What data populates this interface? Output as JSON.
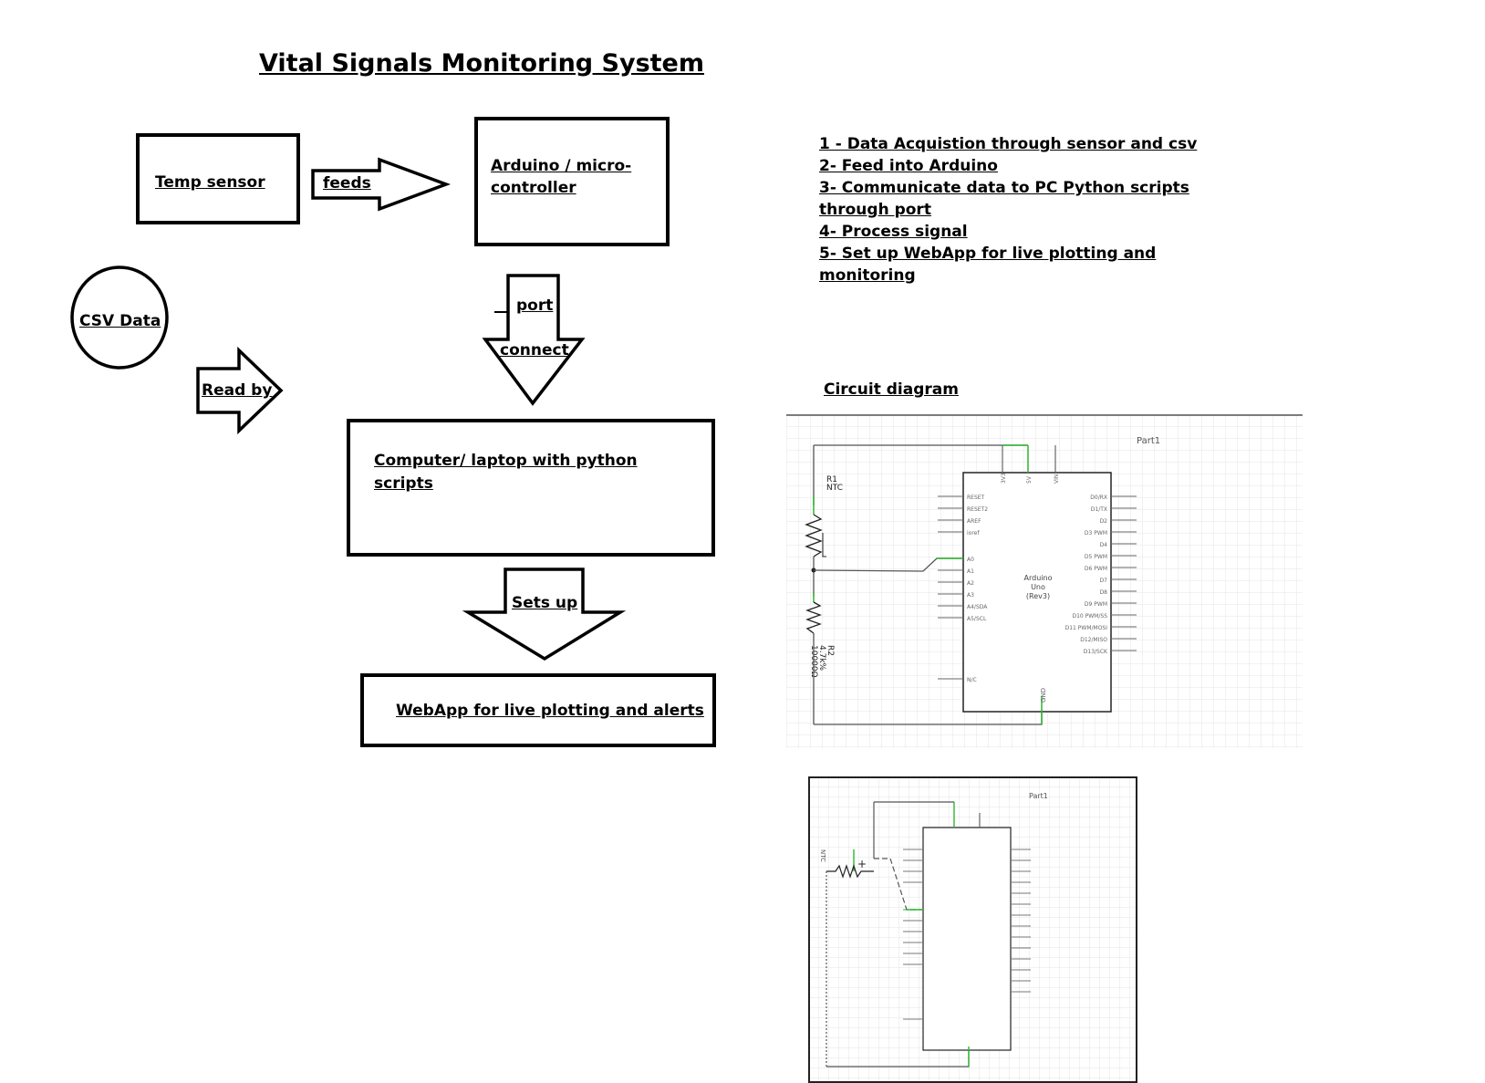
{
  "title": "Vital Signals Monitoring System",
  "flow": {
    "temp_sensor": "Temp sensor",
    "feeds": "feeds",
    "arduino": [
      "Arduino / micro-",
      "controller"
    ],
    "csv_data": "CSV Data",
    "read_by": "Read by",
    "port": "port",
    "connect": "connect",
    "computer": [
      "Computer/ laptop with python",
      "scripts"
    ],
    "sets_up": "Sets up",
    "webapp": "WebApp for live plotting and alerts"
  },
  "steps": [
    "1 - Data Acquistion through sensor and csv",
    "2- Feed into Arduino",
    "3- Communicate data to PC Python scripts",
    "through port",
    "4- Process signal",
    "5- Set up WebApp for live plotting and",
    "monitoring"
  ],
  "circuit": {
    "heading": "Circuit diagram",
    "part_label": "Part1",
    "r1": [
      "R1",
      "NTC"
    ],
    "r2": [
      "R2",
      "4.7k%",
      "10000Ω"
    ],
    "board": [
      "Arduino",
      "Uno",
      "(Rev3)"
    ],
    "left_pins": [
      "RESET",
      "RESET2",
      "AREF",
      "ioref",
      "A0",
      "A1",
      "A2",
      "A3",
      "A4/SDA",
      "A5/SCL",
      "N/C"
    ],
    "right_pins": [
      "D0/RX",
      "D1/TX",
      "D2",
      "D3 PWM",
      "D4",
      "D5 PWM",
      "D6 PWM",
      "D7",
      "D8",
      "D9 PWM",
      "D10 PWM/SS",
      "D11 PWM/MOSI",
      "D12/MISO",
      "D13/SCK"
    ],
    "top_pins": [
      "3V3",
      "5V",
      "VIN"
    ],
    "gnd": "GND"
  },
  "circuit2": {
    "part_label": "Part1",
    "side_label": "NTC"
  }
}
